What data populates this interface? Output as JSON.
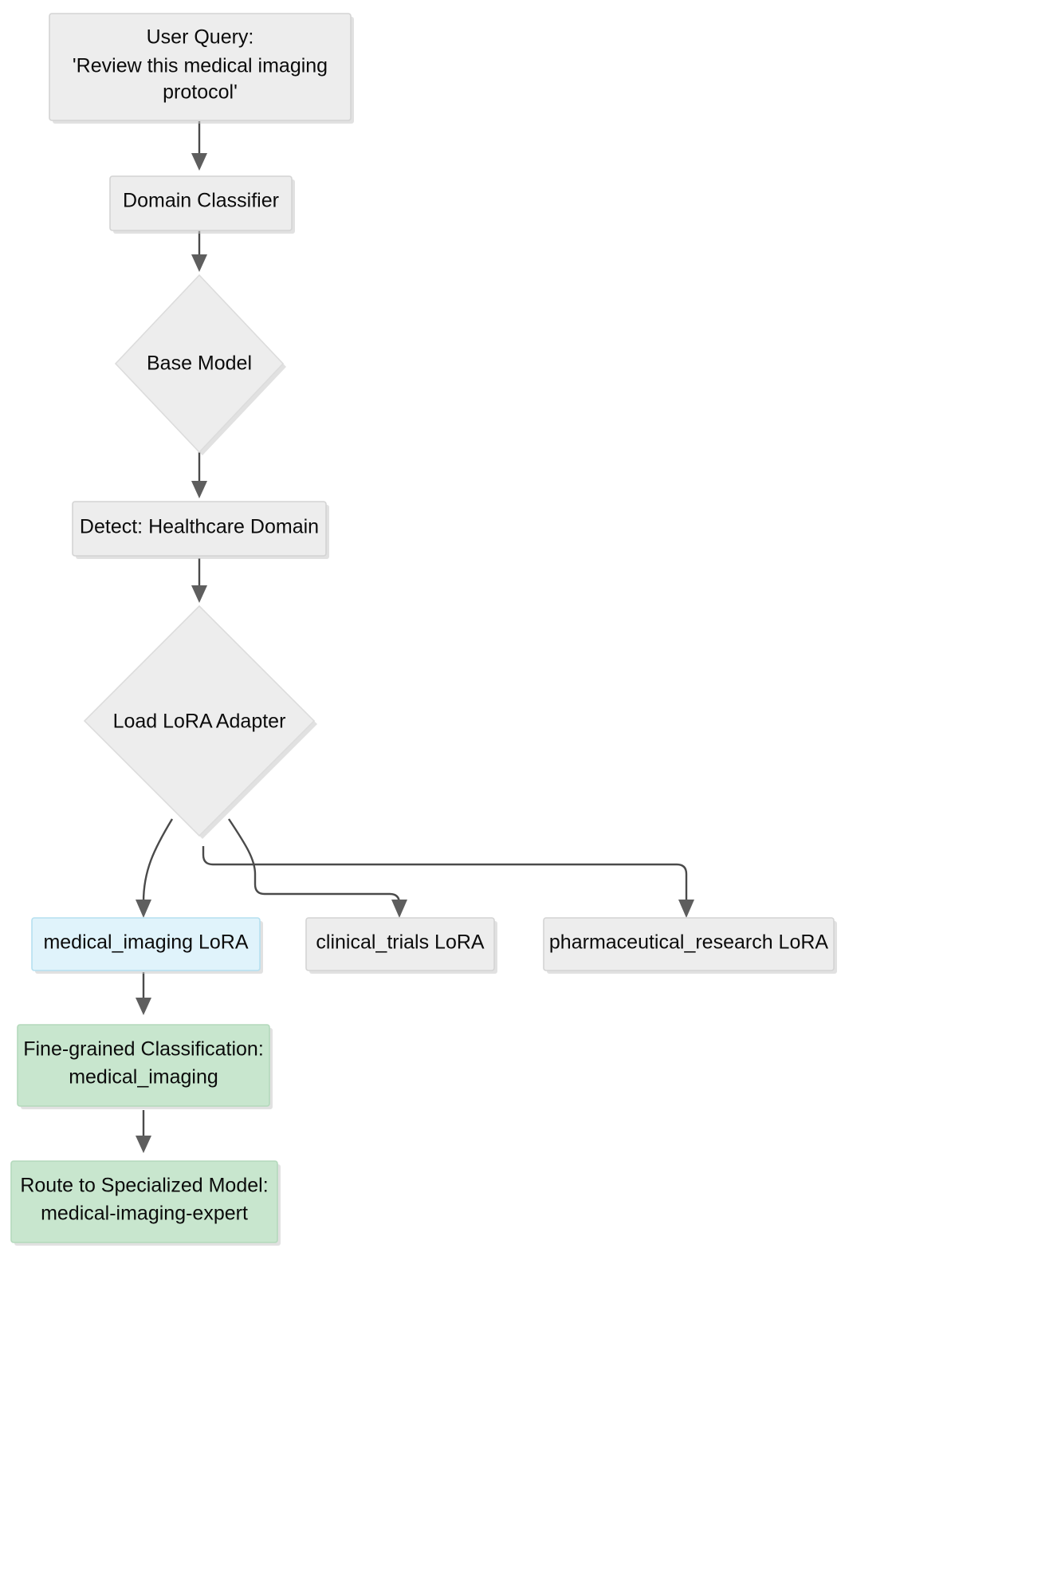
{
  "diagram": {
    "type": "flowchart",
    "direction": "top-to-bottom",
    "background": "#ffffff",
    "palette": {
      "default_fill": "#ededed",
      "default_stroke": "#d4d4d4",
      "highlight_fill": "#e0f3fb",
      "highlight_stroke": "#b6e0f0",
      "result_fill": "#c8e6ce",
      "result_stroke": "#b4d9bc",
      "edge_stroke": "#4a4a4a",
      "text_color": "#0b0b0b"
    },
    "nodes": [
      {
        "id": "user-query",
        "shape": "rect",
        "style": "default",
        "line1": "User Query:",
        "line2": "'Review this medical imaging",
        "line3": "protocol'"
      },
      {
        "id": "domain-classifier",
        "shape": "rect",
        "style": "default",
        "line1": "Domain Classifier"
      },
      {
        "id": "base-model",
        "shape": "diamond",
        "style": "default",
        "line1": "Base Model"
      },
      {
        "id": "detect-healthcare-domain",
        "shape": "rect",
        "style": "default",
        "line1": "Detect: Healthcare Domain"
      },
      {
        "id": "load-lora-adapter",
        "shape": "diamond",
        "style": "default",
        "line1": "Load LoRA Adapter"
      },
      {
        "id": "medical-imaging-lora",
        "shape": "rect",
        "style": "highlight",
        "line1": "medical_imaging LoRA"
      },
      {
        "id": "clinical-trials-lora",
        "shape": "rect",
        "style": "default",
        "line1": "clinical_trials LoRA"
      },
      {
        "id": "pharmaceutical-research-lora",
        "shape": "rect",
        "style": "default",
        "line1": "pharmaceutical_research LoRA"
      },
      {
        "id": "fine-grained-classification",
        "shape": "rect",
        "style": "result",
        "line1": "Fine-grained Classification:",
        "line2": "medical_imaging"
      },
      {
        "id": "route-to-specialized-model",
        "shape": "rect",
        "style": "result",
        "line1": "Route to Specialized Model:",
        "line2": "medical-imaging-expert"
      }
    ],
    "edges": [
      {
        "from": "user-query",
        "to": "domain-classifier",
        "label": ""
      },
      {
        "from": "domain-classifier",
        "to": "base-model",
        "label": ""
      },
      {
        "from": "base-model",
        "to": "detect-healthcare-domain",
        "label": ""
      },
      {
        "from": "detect-healthcare-domain",
        "to": "load-lora-adapter",
        "label": ""
      },
      {
        "from": "load-lora-adapter",
        "to": "medical-imaging-lora",
        "label": ""
      },
      {
        "from": "load-lora-adapter",
        "to": "clinical-trials-lora",
        "label": ""
      },
      {
        "from": "load-lora-adapter",
        "to": "pharmaceutical-research-lora",
        "label": ""
      },
      {
        "from": "medical-imaging-lora",
        "to": "fine-grained-classification",
        "label": ""
      },
      {
        "from": "fine-grained-classification",
        "to": "route-to-specialized-model",
        "label": ""
      }
    ]
  }
}
